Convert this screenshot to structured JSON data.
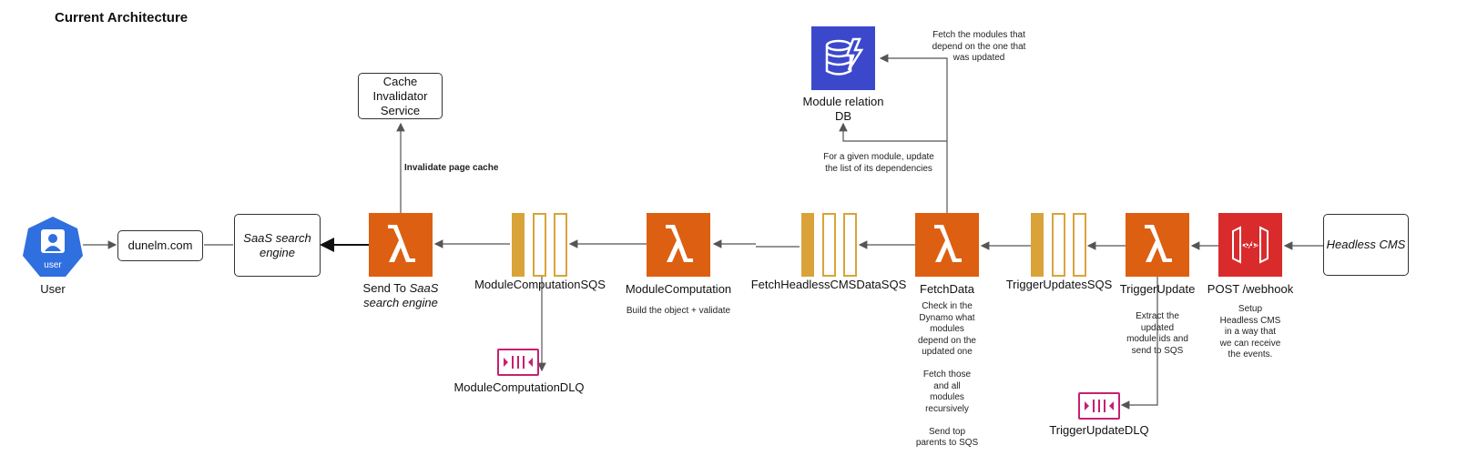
{
  "title": "Current Architecture",
  "nodes": {
    "user": {
      "label": "User",
      "badge": "user"
    },
    "dunelm": {
      "label": "dunelm.com"
    },
    "saas": {
      "label": "SaaS search engine"
    },
    "send_to": {
      "label_line1": "Send To ",
      "label_line1_italic": "SaaS",
      "label_line2": "search engine"
    },
    "cache": {
      "label": "Cache Invalidator Service"
    },
    "invalidate_note": {
      "text": "Invalidate page cache"
    },
    "module_comp_sqs": {
      "label": "ModuleComputationSQS"
    },
    "module_comp_dlq": {
      "label": "ModuleComputationDLQ"
    },
    "module_comp": {
      "label": "ModuleComputation",
      "note": "Build the object + validate"
    },
    "fetch_headless_sqs": {
      "label": "FetchHeadlessCMSDataSQS"
    },
    "fetch_data": {
      "label": "FetchData",
      "note_lines": [
        "Check in the",
        "Dynamo what",
        "modules",
        "depend on the",
        "updated one",
        "",
        "Fetch those",
        "and all",
        "modules",
        "recursively",
        "",
        "Send top",
        "parents to SQS"
      ]
    },
    "module_db": {
      "label_line1": "Module relation",
      "label_line2": "DB"
    },
    "fetch_modules_note": {
      "lines": [
        "Fetch the modules that",
        "depend on the one that",
        "was updated"
      ]
    },
    "update_deps_note": {
      "lines": [
        "For a given module, update",
        "the list of its dependencies"
      ]
    },
    "trigger_updates_sqs": {
      "label": "TriggerUpdatesSQS"
    },
    "trigger_update": {
      "label": "TriggerUpdate",
      "note_lines": [
        "Extract the",
        "updated",
        "module ids and",
        "send to SQS"
      ]
    },
    "trigger_update_dlq": {
      "label": "TriggerUpdateDLQ"
    },
    "webhook": {
      "label": "POST /webhook",
      "note_lines": [
        "Setup",
        "Headless CMS",
        "in a way that",
        "we can receive",
        "the events."
      ]
    },
    "headless_cms": {
      "label": "Headless CMS"
    }
  },
  "colors": {
    "lambda": "#dd5f12",
    "sqs": "#d9a33a",
    "dlq": "#c7206f",
    "db": "#3b48cc",
    "api": "#d92b2b",
    "user": "#2f6fe0"
  }
}
